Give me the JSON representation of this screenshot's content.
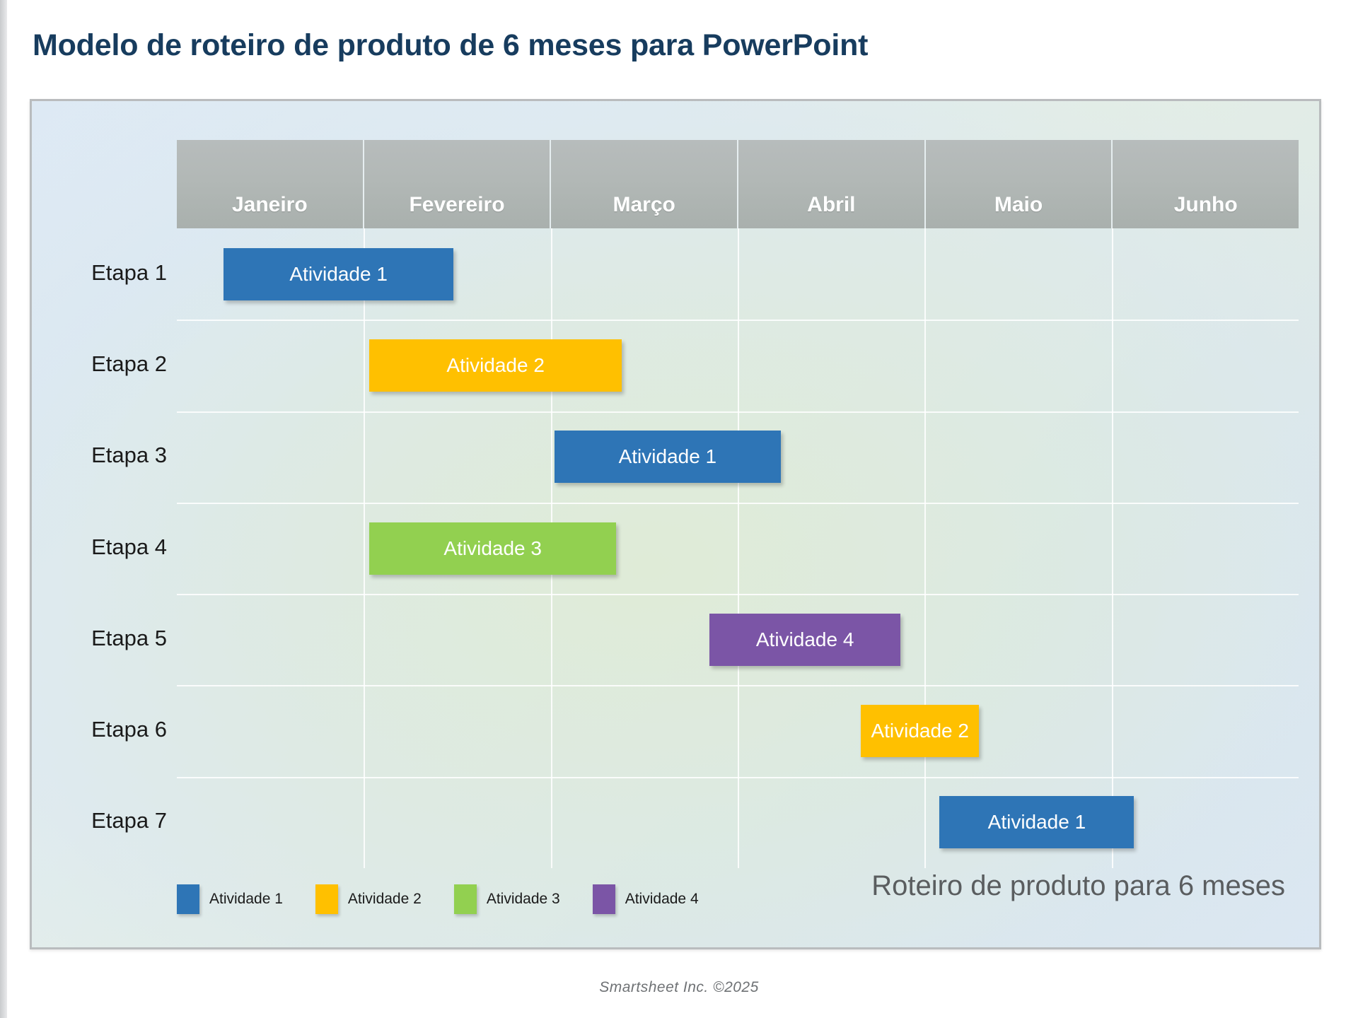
{
  "page": {
    "title": "Modelo de roteiro de produto de 6 meses para PowerPoint",
    "footer_credit": "Smartsheet Inc. ©2025",
    "caption": "Roteiro de produto para 6 meses"
  },
  "colors": {
    "title": "#173c5e",
    "header_band": "#b2b8b6",
    "activity_1": "#2e75b6",
    "activity_2": "#ffc000",
    "activity_3": "#92d050",
    "activity_4": "#7b55a6",
    "card_border": "#b9bcbe",
    "caption_text": "#5a5d5f"
  },
  "chart_data": {
    "type": "bar",
    "title": "Roteiro de produto para 6 meses",
    "xlabel": "",
    "ylabel": "",
    "categories": [
      "Janeiro",
      "Fevereiro",
      "Março",
      "Abril",
      "Maio",
      "Junho"
    ],
    "rows": [
      "Etapa 1",
      "Etapa 2",
      "Etapa 3",
      "Etapa 4",
      "Etapa 5",
      "Etapa 6",
      "Etapa 7"
    ],
    "legend": [
      {
        "label": "Atividade 1",
        "color": "#2e75b6"
      },
      {
        "label": "Atividade 2",
        "color": "#ffc000"
      },
      {
        "label": "Atividade 3",
        "color": "#92d050"
      },
      {
        "label": "Atividade 4",
        "color": "#7b55a6"
      }
    ],
    "legend_position": "bottom-left",
    "grid": true,
    "xlim": [
      0,
      6
    ],
    "bars": [
      {
        "row": "Etapa 1",
        "label": "Atividade 1",
        "color": "#2e75b6",
        "start": 0.25,
        "end": 1.48
      },
      {
        "row": "Etapa 2",
        "label": "Atividade 2",
        "color": "#ffc000",
        "start": 1.03,
        "end": 2.38
      },
      {
        "row": "Etapa 3",
        "label": "Atividade 1",
        "color": "#2e75b6",
        "start": 2.02,
        "end": 3.23
      },
      {
        "row": "Etapa 4",
        "label": "Atividade 3",
        "color": "#92d050",
        "start": 1.03,
        "end": 2.35
      },
      {
        "row": "Etapa 5",
        "label": "Atividade 4",
        "color": "#7b55a6",
        "start": 2.85,
        "end": 3.87
      },
      {
        "row": "Etapa 6",
        "label": "Atividade 2",
        "color": "#ffc000",
        "start": 3.66,
        "end": 4.29
      },
      {
        "row": "Etapa 7",
        "label": "Atividade 1",
        "color": "#2e75b6",
        "start": 4.08,
        "end": 5.12
      }
    ]
  }
}
